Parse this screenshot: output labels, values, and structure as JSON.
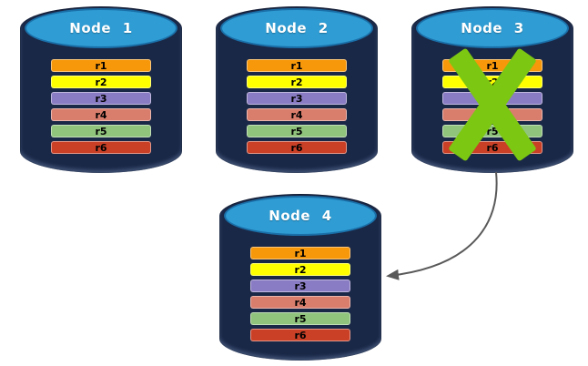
{
  "diagram": {
    "nodes": [
      {
        "title": "Node 1",
        "failed": false,
        "rows": [
          {
            "label": "r1",
            "color": "#F7980B"
          },
          {
            "label": "r2",
            "color": "#FFFF00"
          },
          {
            "label": "r3",
            "color": "#8A7CC4"
          },
          {
            "label": "r4",
            "color": "#D97D6C"
          },
          {
            "label": "r5",
            "color": "#90C47D"
          },
          {
            "label": "r6",
            "color": "#CA4027"
          }
        ]
      },
      {
        "title": "Node 2",
        "failed": false,
        "rows": [
          {
            "label": "r1",
            "color": "#F7980B"
          },
          {
            "label": "r2",
            "color": "#FFFF00"
          },
          {
            "label": "r3",
            "color": "#8A7CC4"
          },
          {
            "label": "r4",
            "color": "#D97D6C"
          },
          {
            "label": "r5",
            "color": "#90C47D"
          },
          {
            "label": "r6",
            "color": "#CA4027"
          }
        ]
      },
      {
        "title": "Node 3",
        "failed": true,
        "rows": [
          {
            "label": "r1",
            "color": "#F7980B"
          },
          {
            "label": "r2",
            "color": "#FFFF00"
          },
          {
            "label": "r3",
            "color": "#8A7CC4"
          },
          {
            "label": "r4",
            "color": "#D97D6C"
          },
          {
            "label": "r5",
            "color": "#90C47D"
          },
          {
            "label": "r6",
            "color": "#CA4027"
          }
        ]
      },
      {
        "title": "Node 4",
        "failed": false,
        "rows": [
          {
            "label": "r1",
            "color": "#F7980B"
          },
          {
            "label": "r2",
            "color": "#FFFF00"
          },
          {
            "label": "r3",
            "color": "#8A7CC4"
          },
          {
            "label": "r4",
            "color": "#D97D6C"
          },
          {
            "label": "r5",
            "color": "#90C47D"
          },
          {
            "label": "r6",
            "color": "#CA4027"
          }
        ]
      }
    ],
    "arrow": {
      "from": "Node 3",
      "to": "Node 4",
      "color": "#595959"
    },
    "colors": {
      "background": "#FFFFFF",
      "cylinder_body": "#1A2847",
      "cylinder_top": "#2F9CD3",
      "cylinder_top_border": "#1A6FA8",
      "title_text": "#FFFFFF",
      "row_text": "#000000",
      "failure_x": "#7CC712"
    }
  }
}
